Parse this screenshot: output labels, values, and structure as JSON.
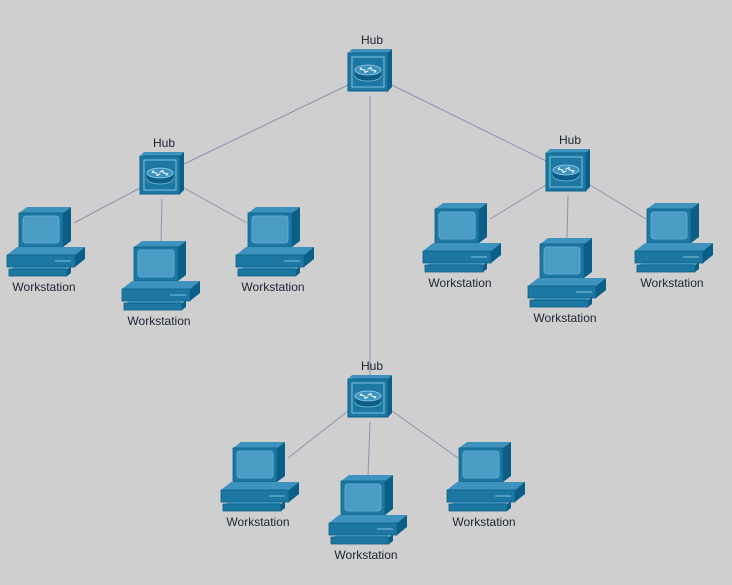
{
  "diagram": {
    "title": "",
    "colors": {
      "background": "#cfcfcf",
      "device_dark": "#0b5f86",
      "device_mid": "#1c77a2",
      "device_light": "#3d93bd",
      "device_screen": "#4a9cc4",
      "link": "#8a93b0",
      "label": "#1c2433"
    },
    "nodes": [
      {
        "id": "hub-root",
        "type": "hub",
        "label": "Hub",
        "icon": "hub-icon"
      },
      {
        "id": "hub-left",
        "type": "hub",
        "label": "Hub",
        "icon": "hub-icon"
      },
      {
        "id": "hub-right",
        "type": "hub",
        "label": "Hub",
        "icon": "hub-icon"
      },
      {
        "id": "hub-bottom",
        "type": "hub",
        "label": "Hub",
        "icon": "hub-icon"
      },
      {
        "id": "ws-left-1",
        "type": "workstation",
        "label": "Workstation",
        "icon": "workstation-icon"
      },
      {
        "id": "ws-left-2",
        "type": "workstation",
        "label": "Workstation",
        "icon": "workstation-icon"
      },
      {
        "id": "ws-left-3",
        "type": "workstation",
        "label": "Workstation",
        "icon": "workstation-icon"
      },
      {
        "id": "ws-right-1",
        "type": "workstation",
        "label": "Workstation",
        "icon": "workstation-icon"
      },
      {
        "id": "ws-right-2",
        "type": "workstation",
        "label": "Workstation",
        "icon": "workstation-icon"
      },
      {
        "id": "ws-right-3",
        "type": "workstation",
        "label": "Workstation",
        "icon": "workstation-icon"
      },
      {
        "id": "ws-bottom-1",
        "type": "workstation",
        "label": "Workstation",
        "icon": "workstation-icon"
      },
      {
        "id": "ws-bottom-2",
        "type": "workstation",
        "label": "Workstation",
        "icon": "workstation-icon"
      },
      {
        "id": "ws-bottom-3",
        "type": "workstation",
        "label": "Workstation",
        "icon": "workstation-icon"
      }
    ],
    "edges": [
      {
        "from": "hub-root",
        "to": "hub-left"
      },
      {
        "from": "hub-root",
        "to": "hub-right"
      },
      {
        "from": "hub-root",
        "to": "hub-bottom"
      },
      {
        "from": "hub-left",
        "to": "ws-left-1"
      },
      {
        "from": "hub-left",
        "to": "ws-left-2"
      },
      {
        "from": "hub-left",
        "to": "ws-left-3"
      },
      {
        "from": "hub-right",
        "to": "ws-right-1"
      },
      {
        "from": "hub-right",
        "to": "ws-right-2"
      },
      {
        "from": "hub-right",
        "to": "ws-right-3"
      },
      {
        "from": "hub-bottom",
        "to": "ws-bottom-1"
      },
      {
        "from": "hub-bottom",
        "to": "ws-bottom-2"
      },
      {
        "from": "hub-bottom",
        "to": "ws-bottom-3"
      }
    ]
  }
}
